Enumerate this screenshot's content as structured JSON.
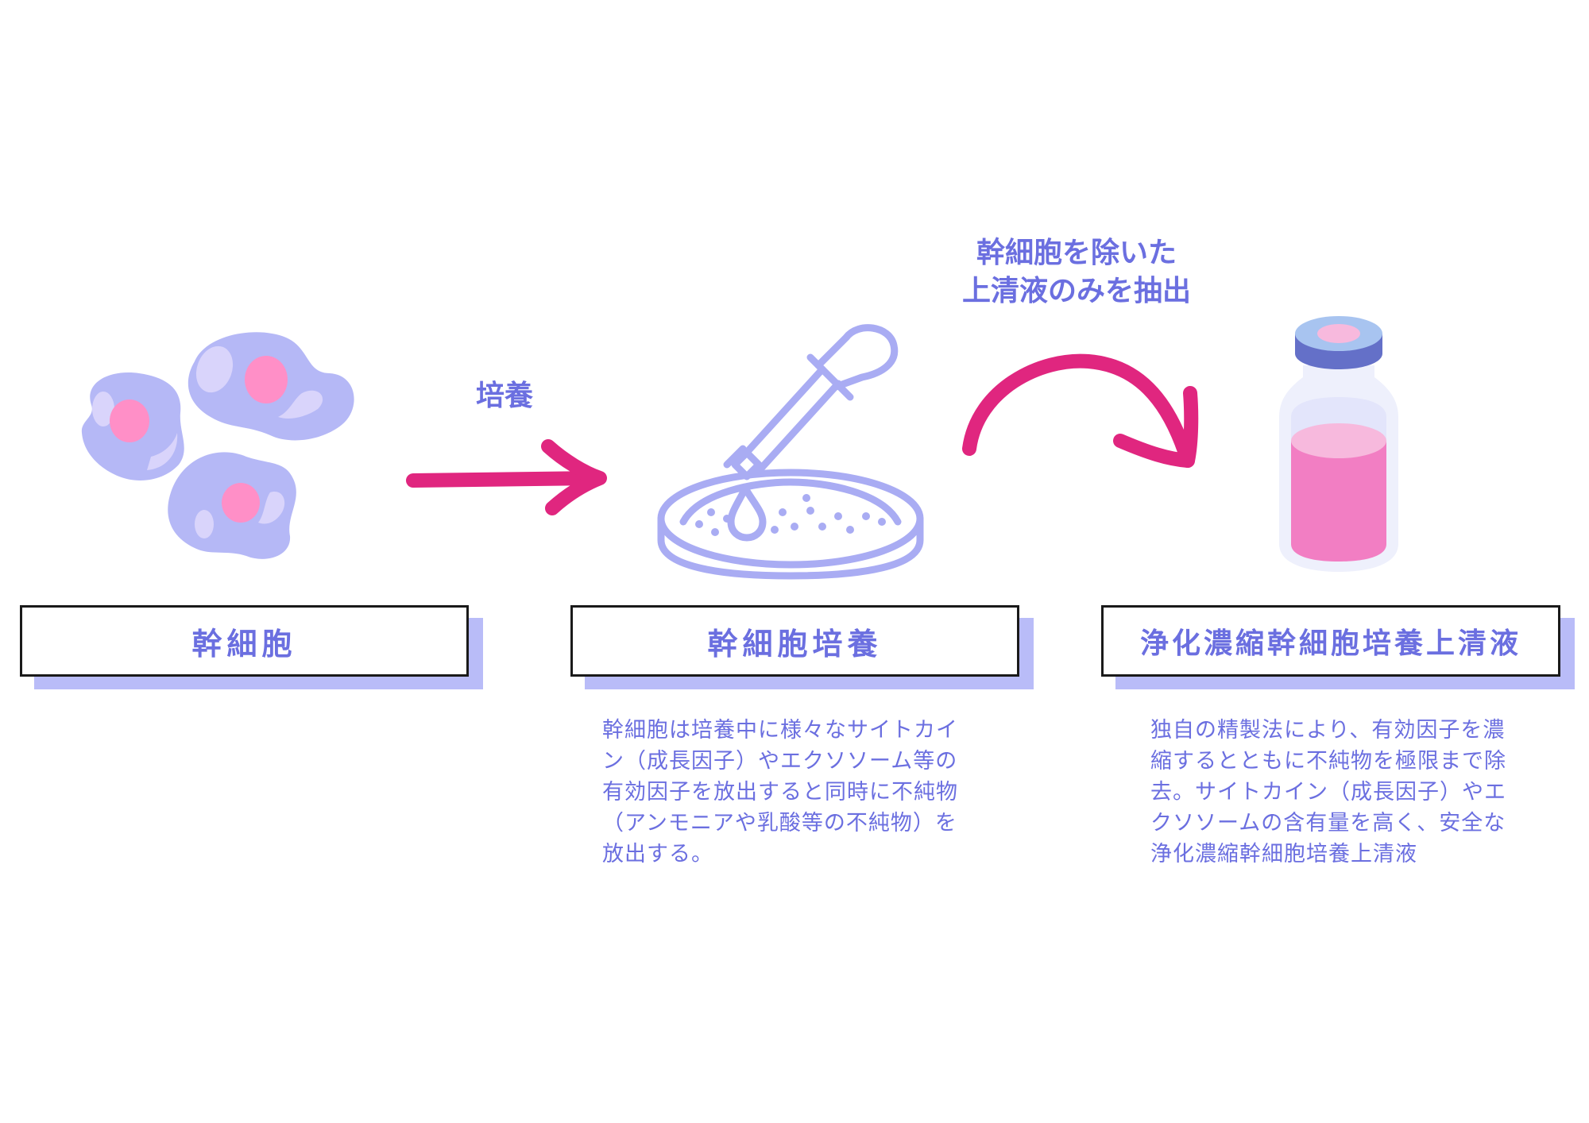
{
  "steps": [
    {
      "label": "幹細胞"
    },
    {
      "label": "幹細胞培養"
    },
    {
      "label": "浄化濃縮幹細胞培養上清液"
    }
  ],
  "arrows": {
    "culture_label": "培養",
    "extract_label": "幹細胞を除いた\n上清液のみを抽出"
  },
  "descriptions": {
    "culture": "幹細胞は培養中に様々なサイトカイ\nン（成長因子）やエクソソーム等の\n有効因子を放出すると同時に不純物\n（アンモニアや乳酸等の不純物）を\n放出する。",
    "product": "独自の精製法により、有効因子を濃\n縮するとともに不純物を極限まで除\n去。サイトカイン（成長因子）やエ\nクソソームの含有量を高く、安全な\n浄化濃縮幹細胞培養上清液"
  },
  "icons": [
    "stem-cells-icon",
    "petri-dish-dropper-icon",
    "vial-icon",
    "arrow-right-icon",
    "curved-arrow-icon"
  ],
  "colors": {
    "text": "#6b6fe0",
    "accent": "#e0267f",
    "shadow": "#b9bcf8",
    "cell_body": "#b5b8f6",
    "cell_nucleus": "#ff8fc7",
    "line_art": "#a9acf3",
    "liquid": "#f27ec3"
  }
}
